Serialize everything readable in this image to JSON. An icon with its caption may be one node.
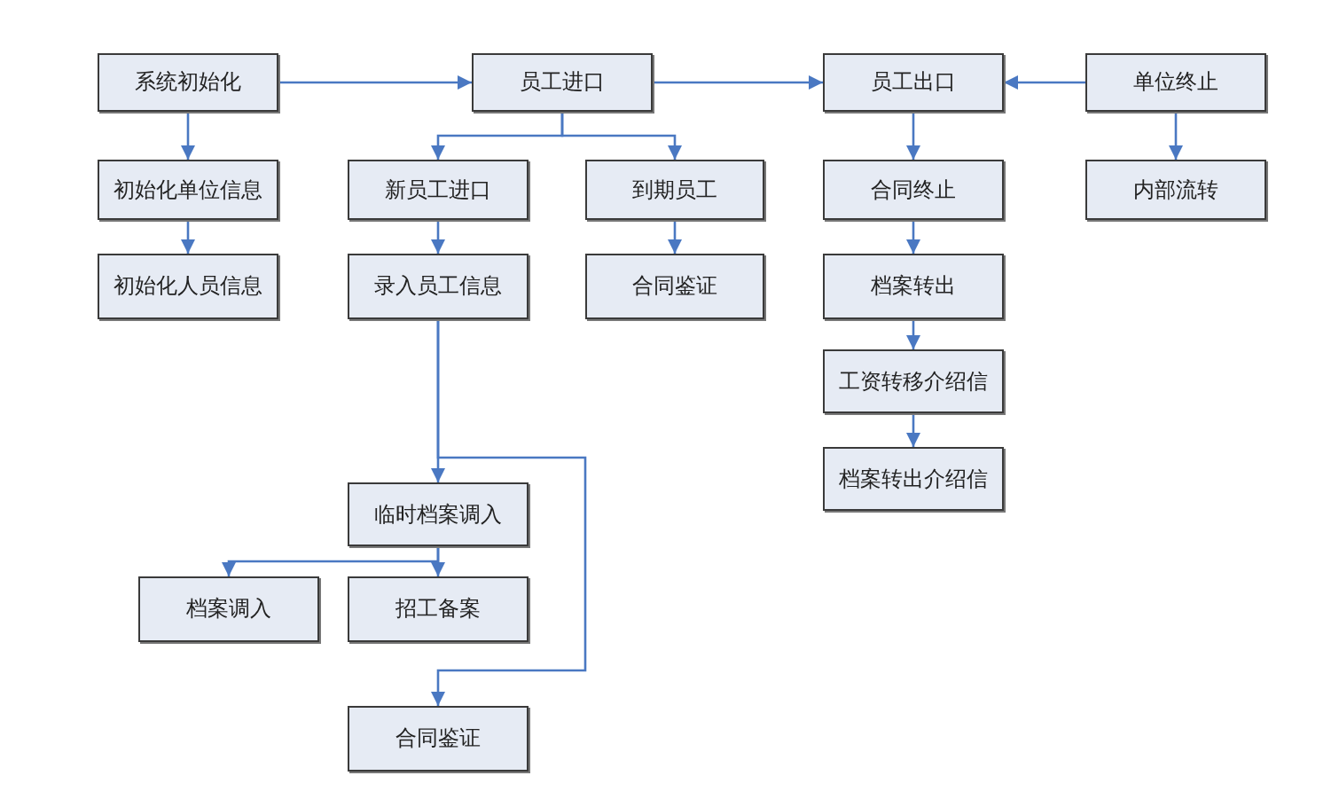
{
  "diagram": {
    "nodes": [
      {
        "text": [
          "系统初始化"
        ]
      },
      {
        "text": [
          "员工进口"
        ]
      },
      {
        "text": [
          "员工出口"
        ]
      },
      {
        "text": [
          "单位终止"
        ]
      },
      {
        "text": [
          "初始化单位信息"
        ]
      },
      {
        "text": [
          "新员工进口"
        ]
      },
      {
        "text": [
          "到期员工"
        ]
      },
      {
        "text": [
          "合同终止"
        ]
      },
      {
        "text": [
          "内部流转"
        ]
      },
      {
        "text": [
          "初始化人员信息"
        ]
      },
      {
        "text": [
          "录入员工信息"
        ]
      },
      {
        "text": [
          "合同鉴证"
        ]
      },
      {
        "text": [
          "档案转出"
        ]
      },
      {
        "text": [
          "工资转移介绍信"
        ]
      },
      {
        "text": [
          "档案转出介绍信"
        ]
      },
      {
        "text": [
          "临时档案调入"
        ]
      },
      {
        "text": [
          "档案调入"
        ]
      },
      {
        "text": [
          "招工备案"
        ]
      },
      {
        "text": [
          "合同鉴证"
        ]
      }
    ],
    "edges": [
      {
        "from": 0,
        "to": 1,
        "arrow": "to"
      },
      {
        "from": 1,
        "to": 2,
        "arrow": "to"
      },
      {
        "from": 3,
        "to": 2,
        "arrow": "to"
      },
      {
        "from": 0,
        "to": 4,
        "arrow": "to"
      },
      {
        "from": 4,
        "to": 9,
        "arrow": "to"
      },
      {
        "from": 1,
        "to": 5,
        "arrow": "to"
      },
      {
        "from": 1,
        "to": 6,
        "arrow": "to"
      },
      {
        "from": 5,
        "to": 10,
        "arrow": "to"
      },
      {
        "from": 6,
        "to": 11,
        "arrow": "to"
      },
      {
        "from": 2,
        "to": 7,
        "arrow": "to"
      },
      {
        "from": 7,
        "to": 12,
        "arrow": "to"
      },
      {
        "from": 12,
        "to": 13,
        "arrow": "to"
      },
      {
        "from": 13,
        "to": 14,
        "arrow": "to"
      },
      {
        "from": 3,
        "to": 8,
        "arrow": "to"
      },
      {
        "from": 10,
        "to": 15,
        "arrow": "to"
      },
      {
        "from": 10,
        "to": 18,
        "arrow": "to"
      },
      {
        "from": 15,
        "to": 16,
        "arrow": "to"
      },
      {
        "from": 15,
        "to": 17,
        "arrow": "to"
      }
    ]
  }
}
